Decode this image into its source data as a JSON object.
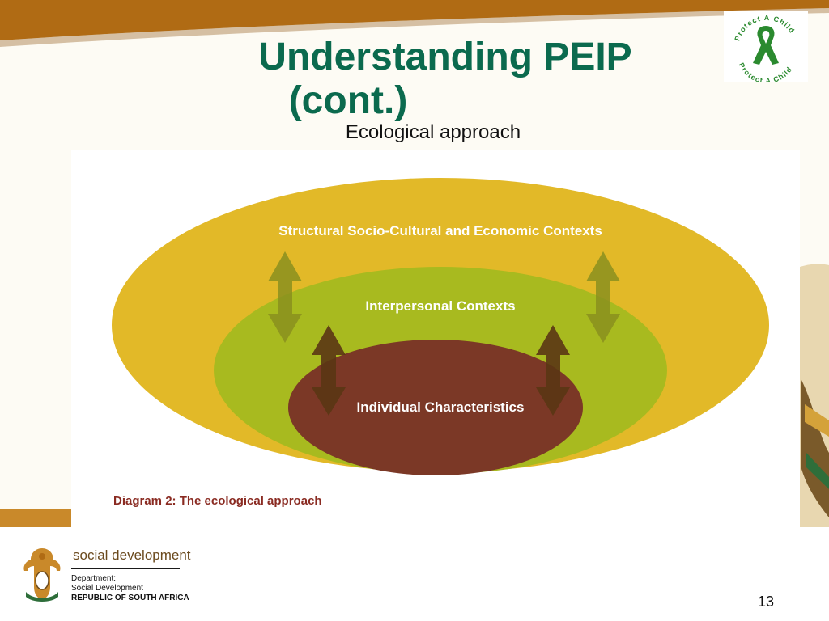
{
  "slide": {
    "title_line1": "Understanding PEIP",
    "title_line2": "(cont.)",
    "subtitle": "Ecological approach",
    "page_number": "13"
  },
  "diagram": {
    "layers": [
      {
        "label": "Structural Socio-Cultural and Economic Contexts",
        "color": "#e2b928"
      },
      {
        "label": "Interpersonal Contexts",
        "color": "#a8ba1f"
      },
      {
        "label": "Individual Characteristics",
        "color": "#7b3826"
      }
    ],
    "caption": "Diagram 2: The ecological approach"
  },
  "badge": {
    "text_top": "Protect A Child",
    "text_bottom": "Protect A Child",
    "ribbon_color": "#2b8a2f"
  },
  "footer": {
    "department_title": "social development",
    "line1": "Department:",
    "line2": "Social Development",
    "line3": "REPUBLIC OF SOUTH AFRICA"
  },
  "colors": {
    "title": "#0b6a4e",
    "band": "#b06b14"
  }
}
